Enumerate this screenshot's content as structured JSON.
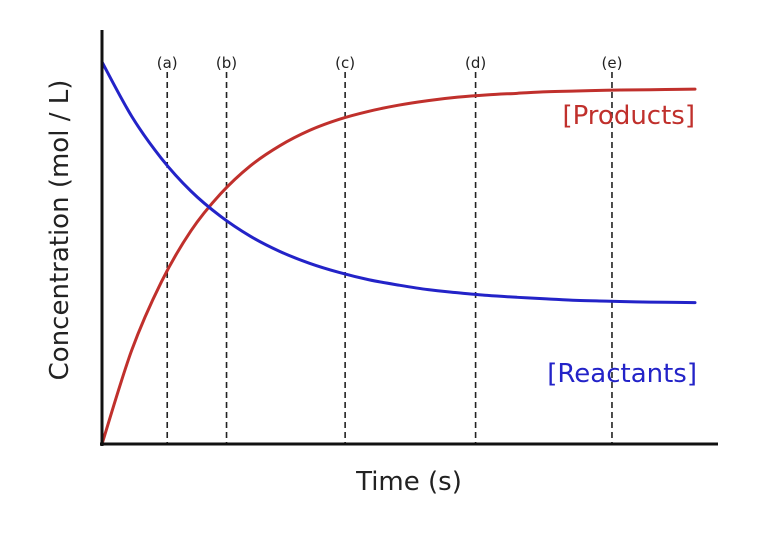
{
  "chart_data": {
    "type": "line",
    "xlabel": "Time (s)",
    "ylabel": "Concentration (mol / L)",
    "xlim": [
      0,
      100
    ],
    "ylim": [
      0,
      100
    ],
    "grid": false,
    "ticks_shown": false,
    "series": [
      {
        "name": "[Products]",
        "color": "#c0302c",
        "x": [
          0,
          5,
          10,
          15,
          20,
          25,
          30,
          35,
          40,
          45,
          50,
          55,
          60,
          65,
          70,
          75,
          80,
          85,
          90,
          95,
          100
        ],
        "y": [
          0,
          24.5,
          42.4,
          55.8,
          65.5,
          72.8,
          78.1,
          82.1,
          85.0,
          87.1,
          88.7,
          89.9,
          90.8,
          91.4,
          91.8,
          92.2,
          92.4,
          92.6,
          92.7,
          92.8,
          92.9
        ]
      },
      {
        "name": "[Reactants]",
        "color": "#2323c8",
        "x": [
          0,
          5,
          10,
          15,
          20,
          25,
          30,
          35,
          40,
          45,
          50,
          55,
          60,
          65,
          70,
          75,
          80,
          85,
          90,
          95,
          100
        ],
        "y": [
          100,
          85.8,
          74.8,
          66.2,
          59.6,
          54.4,
          50.4,
          47.3,
          44.9,
          43.0,
          41.6,
          40.4,
          39.6,
          38.9,
          38.4,
          38.0,
          37.6,
          37.4,
          37.2,
          37.1,
          37.0
        ]
      }
    ],
    "markers": [
      {
        "label": "(a)",
        "x": 11
      },
      {
        "label": "(b)",
        "x": 21
      },
      {
        "label": "(c)",
        "x": 41
      },
      {
        "label": "(d)",
        "x": 63
      },
      {
        "label": "(e)",
        "x": 86
      }
    ],
    "marker_style": "vertical dashed lines"
  }
}
